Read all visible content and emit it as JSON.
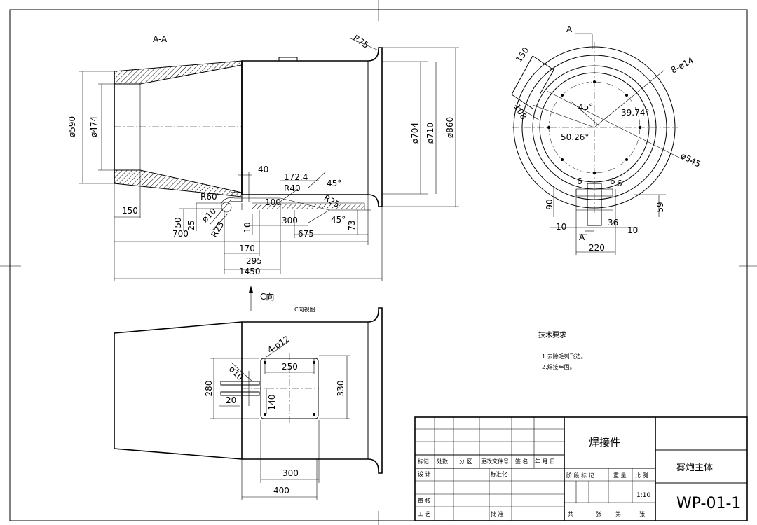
{
  "views": {
    "section_label": "A-A",
    "end_view_label": "A",
    "end_view_arrow_label": "A",
    "bottom_view_arrow_label": "C向",
    "bottom_view_label": "C向视图"
  },
  "dimensions": {
    "section": {
      "d590": "ø590",
      "d474": "ø474",
      "d704": "ø704",
      "d710": "ø710",
      "d860": "ø860",
      "r75": "R75",
      "l40": "40",
      "l172_4": "172.4",
      "r40": "R40",
      "a45_top": "45°",
      "r25_right": "R25",
      "a45_bottom": "45°",
      "r60": "R60",
      "l100": "100",
      "r10": "ø10",
      "r25_left": "R25",
      "l50": "50",
      "l25": "25",
      "l10": "10",
      "l300": "300",
      "l675": "675",
      "l73": "73",
      "l150": "150",
      "l700": "700",
      "l170": "170",
      "l295": "295",
      "l1450": "1450"
    },
    "end_view": {
      "l150": "150",
      "l108": "108",
      "holes": "8-ø14",
      "a45": "45°",
      "a39_74": "39.74°",
      "a50_26": "50.26°",
      "d545": "ø545",
      "l6a": "6",
      "l6b": "6",
      "l6c": "6",
      "l90": "90",
      "l59": "59",
      "l10a": "10",
      "l36": "36",
      "l10b": "10",
      "l220": "220"
    },
    "bottom_view": {
      "holes": "4-ø12",
      "d10": "ø10",
      "l250": "250",
      "l280": "280",
      "l330": "330",
      "l20": "20",
      "l140": "140",
      "l300": "300",
      "l400": "400"
    }
  },
  "tech_requirements": {
    "title": "技术要求",
    "items": [
      "1.去除毛刺飞边。",
      "2.焊接牢固。"
    ]
  },
  "title_block": {
    "material": "焊接件",
    "part_name": "雾炮主体",
    "drawing_number": "WP-01-1",
    "scale": "1:10",
    "h_mark": "标记",
    "h_count": "处数",
    "h_zone": "分 区",
    "h_change_doc": "更改文件号",
    "h_sign": "签 名",
    "h_date": "年.月.日",
    "h_design": "设 计",
    "h_standard": "标准化",
    "h_stage_mark": "阶 段 标 记",
    "h_weight": "重 量",
    "h_scale": "比 例",
    "h_review": "审 核",
    "h_process": "工 艺",
    "h_approve": "批 准",
    "h_total": "共",
    "h_sheet": "张",
    "h_page": "第",
    "h_sheet2": "张"
  }
}
